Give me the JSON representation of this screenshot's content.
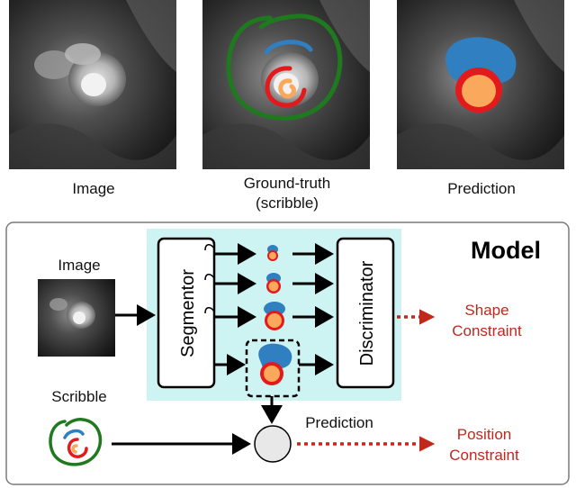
{
  "top_row": {
    "captions": {
      "image": "Image",
      "ground_truth_line1": "Ground-truth",
      "ground_truth_line2": "(scribble)",
      "prediction": "Prediction"
    }
  },
  "model_panel": {
    "title": "Model",
    "input_image_label": "Image",
    "scribble_label": "Scribble",
    "segmentor_label": "Segmentor",
    "discriminator_label": "Discriminator",
    "prediction_label": "Prediction",
    "shape_constraint_line1": "Shape",
    "shape_constraint_line2": "Constraint",
    "position_constraint_line1": "Position",
    "position_constraint_line2": "Constraint"
  },
  "colors": {
    "myocardium": "#e31a1c",
    "blood_pool": "#f9a85c",
    "right_ventricle": "#2f7fc1",
    "scribble_green": "#1f7a1f",
    "constraint_red": "#c0281c",
    "model_bg": "#cdf3f3",
    "panel_border": "#7a7a7a"
  }
}
